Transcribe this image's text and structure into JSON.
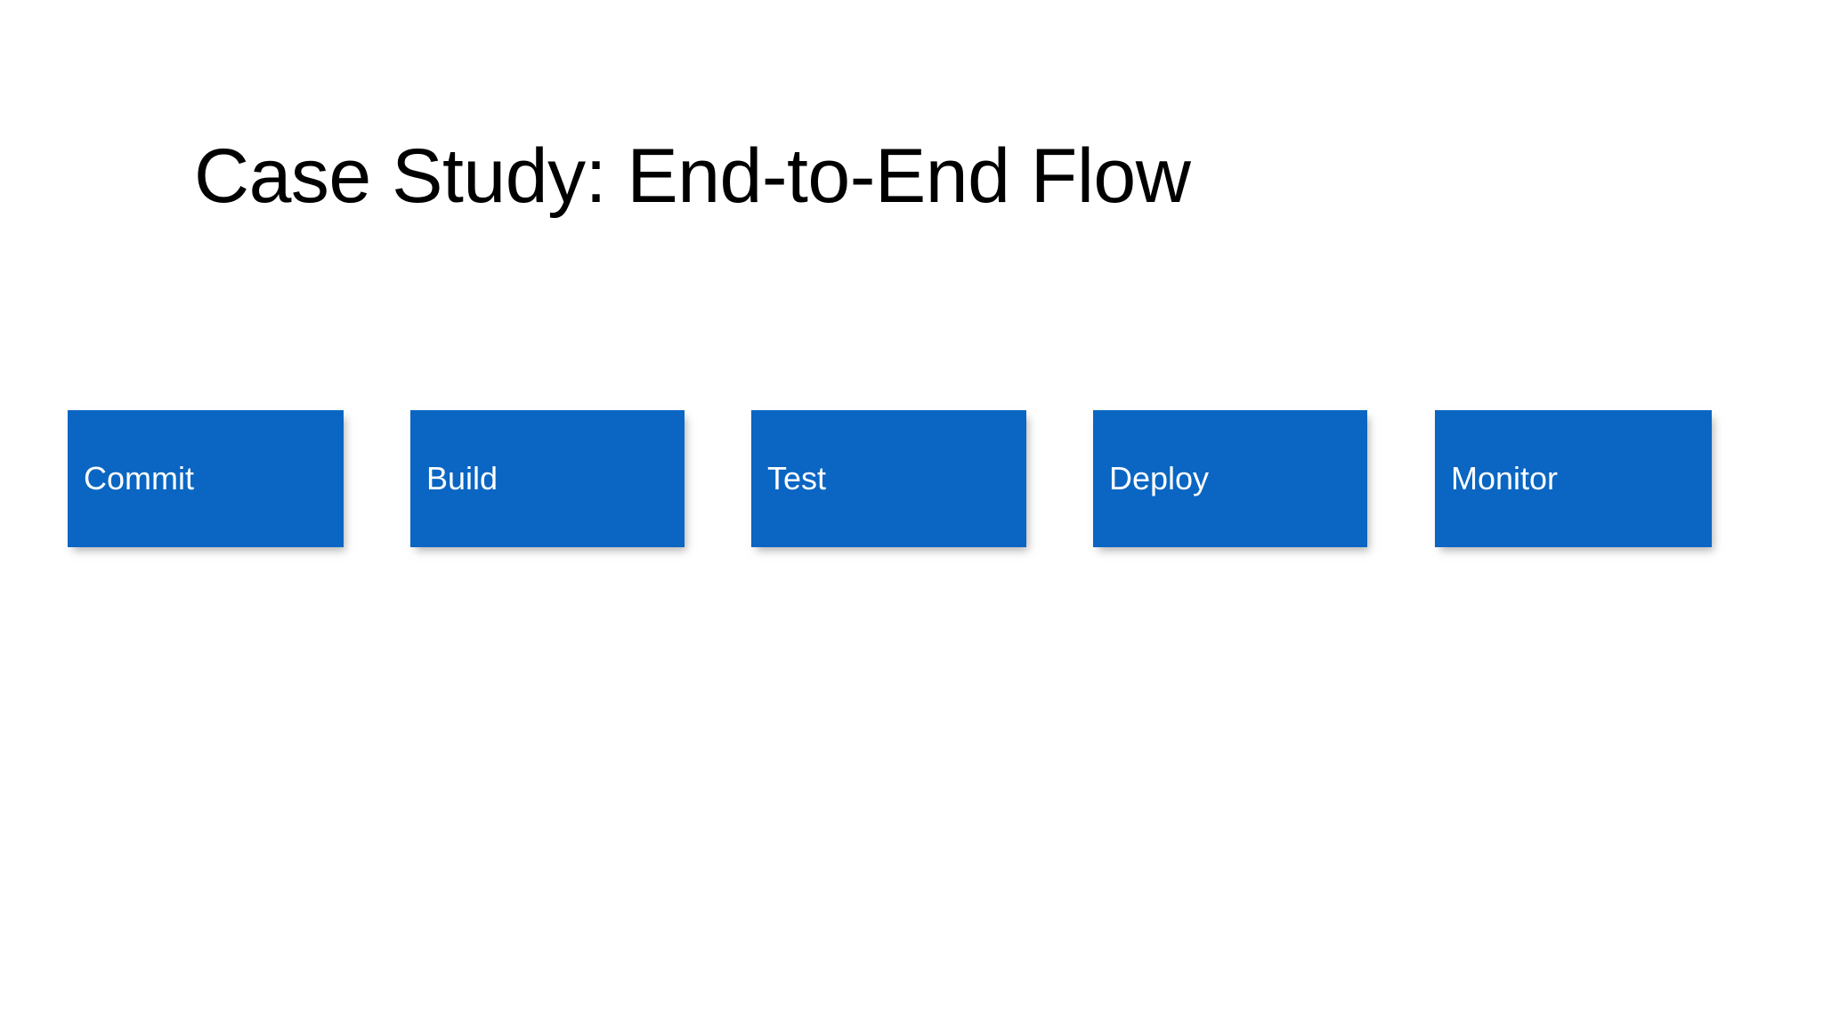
{
  "slide": {
    "background_color": "#ffffff",
    "title": "Case Study: End-to-End Flow",
    "title_color": "#000000"
  },
  "flow": {
    "accent_color": "#0a66c2",
    "label_color": "#ffffff",
    "nodes": [
      {
        "label": "Commit"
      },
      {
        "label": "Build"
      },
      {
        "label": "Test"
      },
      {
        "label": "Deploy"
      },
      {
        "label": "Monitor"
      }
    ]
  }
}
